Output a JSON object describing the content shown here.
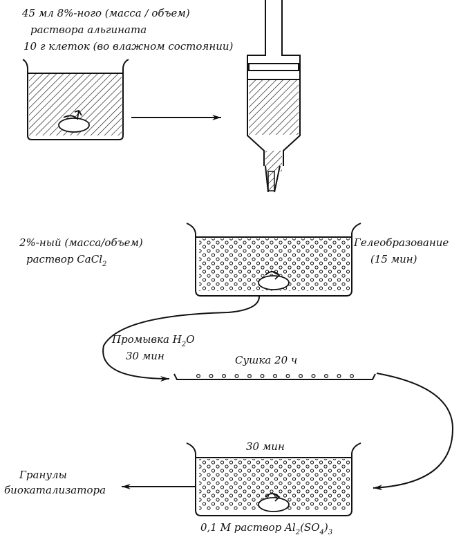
{
  "step1": {
    "line1": "45 мл 8%-ного (масса / объем)",
    "line2": "раствора альгината",
    "line3": "10 г клеток (во влажном состоянии)"
  },
  "gelation": {
    "left_line1": "2%-ный (масса/объем)",
    "left_line2_main": "раствор CaCl",
    "left_line2_sub": "2",
    "right_line1": "Гелеобразование",
    "right_line2": "(15 мин)"
  },
  "washing": {
    "line1_main": "Промывка H",
    "line1_sub": "2",
    "line1_end": "O",
    "line2": "30 мин"
  },
  "drying": {
    "label": "Сушка 20 ч"
  },
  "hardening": {
    "time": "30 мин",
    "solution_main": "0,1 М раствор Al",
    "solution_sub1": "2",
    "solution_mid": "(SO",
    "solution_sub2": "4",
    "solution_mid2": ")",
    "solution_sub3": "3"
  },
  "output": {
    "line1": "Гранулы",
    "line2": "биокатализатора"
  }
}
